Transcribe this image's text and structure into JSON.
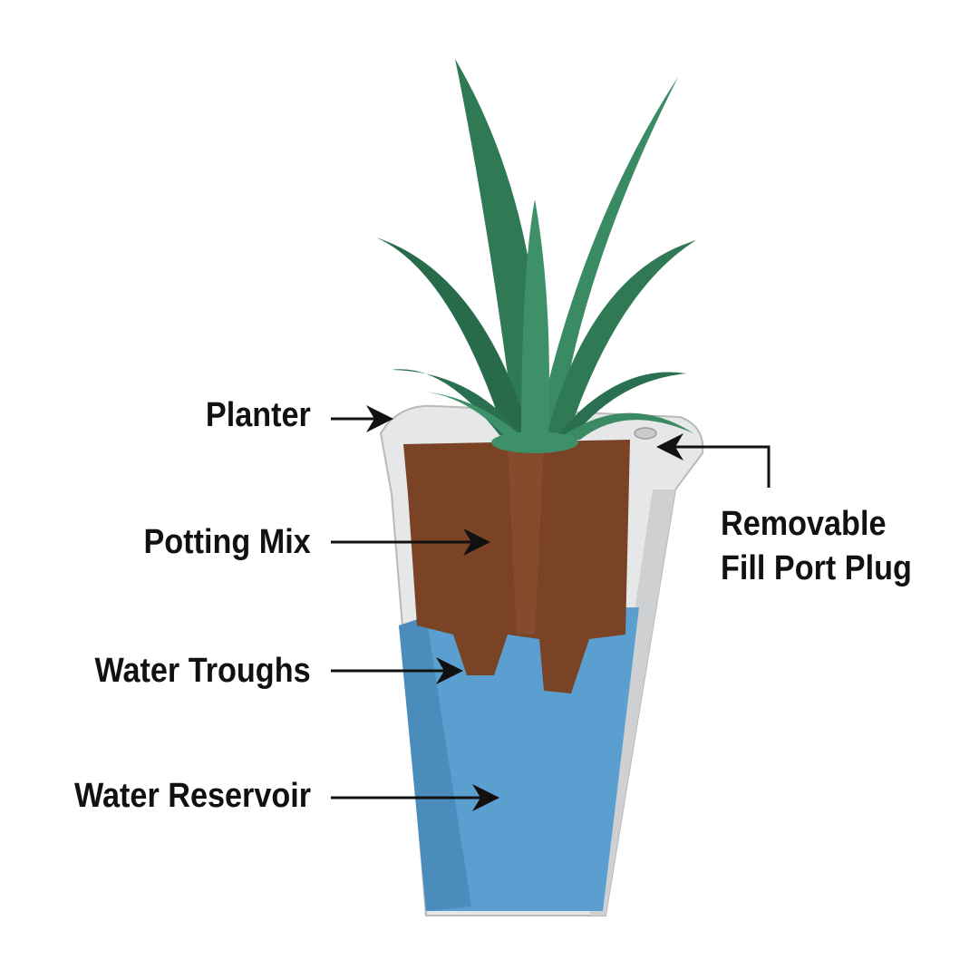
{
  "labels": {
    "planter": "Planter",
    "potting_mix": "Potting Mix",
    "water_troughs": "Water Troughs",
    "water_reservoir": "Water Reservoir",
    "fill_port_line1": "Removable",
    "fill_port_line2": "Fill Port Plug"
  },
  "colors": {
    "planter": "#e6e7e8",
    "soil": "#7a4326",
    "water": "#5a9fcf",
    "leaf": "#2f7a55",
    "text": "#111111"
  }
}
